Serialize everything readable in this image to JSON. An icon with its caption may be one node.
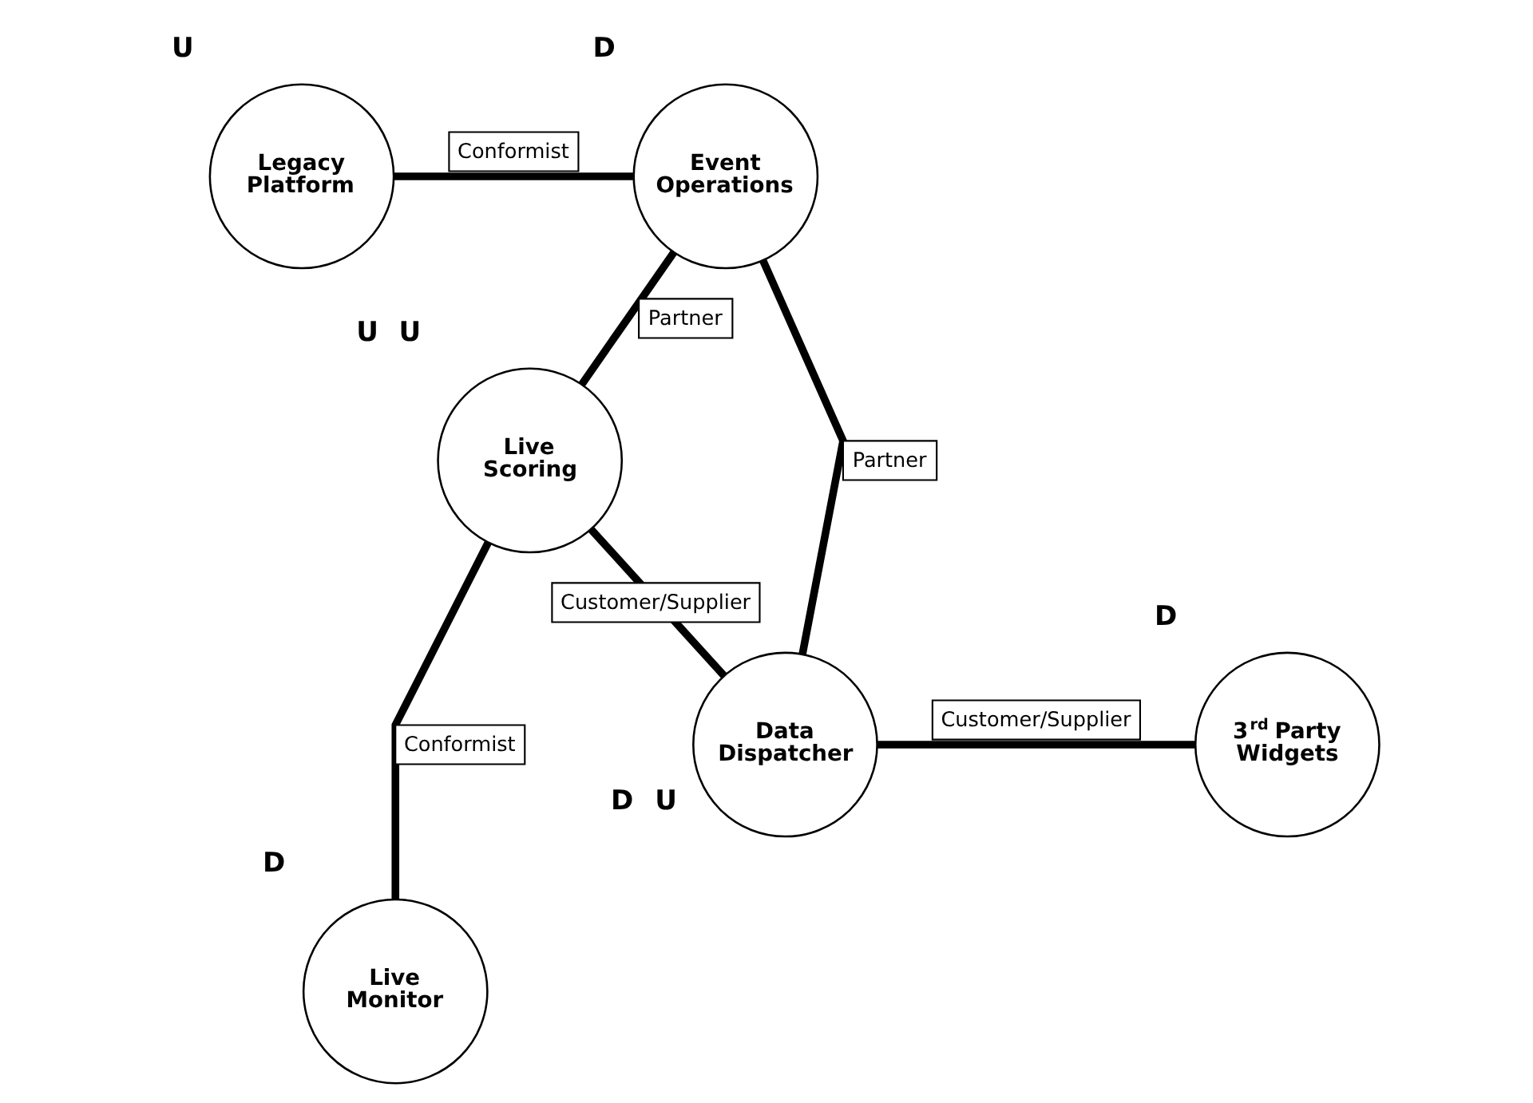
{
  "diagram": {
    "nodes": [
      {
        "text": [
          "Event Operations"
        ],
        "beside": [
          "D"
        ]
      },
      {
        "text": [
          "Legacy Platform"
        ],
        "beside": [
          "U"
        ]
      },
      {
        "text": [
          "Live Scoring"
        ],
        "beside": [
          "U",
          "U"
        ]
      },
      {
        "text": [
          "Data Dispatcher"
        ],
        "beside": [
          "D",
          "U"
        ]
      },
      {
        "text": [
          "3$^{rd}$ Party Widgets"
        ],
        "beside": [
          "D"
        ]
      },
      {
        "text": [
          "Live Monitor"
        ],
        "beside": [
          "D"
        ]
      }
    ],
    "edges": [
      {
        "from": 2,
        "to": 0,
        "arrow": "none",
        "label": "Partner"
      },
      {
        "from": 1,
        "to": 0,
        "arrow": "none",
        "label": "Conformist"
      },
      {
        "from": 0,
        "to": 3,
        "arrow": "none",
        "label": "Partner"
      },
      {
        "from": 2,
        "to": 3,
        "arrow": "none",
        "label": "Customer/Supplier"
      },
      {
        "from": 3,
        "to": 4,
        "arrow": "none",
        "label": "Customer/Supplier"
      },
      {
        "from": 2,
        "to": 5,
        "arrow": "none",
        "label": "Conformist"
      }
    ]
  }
}
